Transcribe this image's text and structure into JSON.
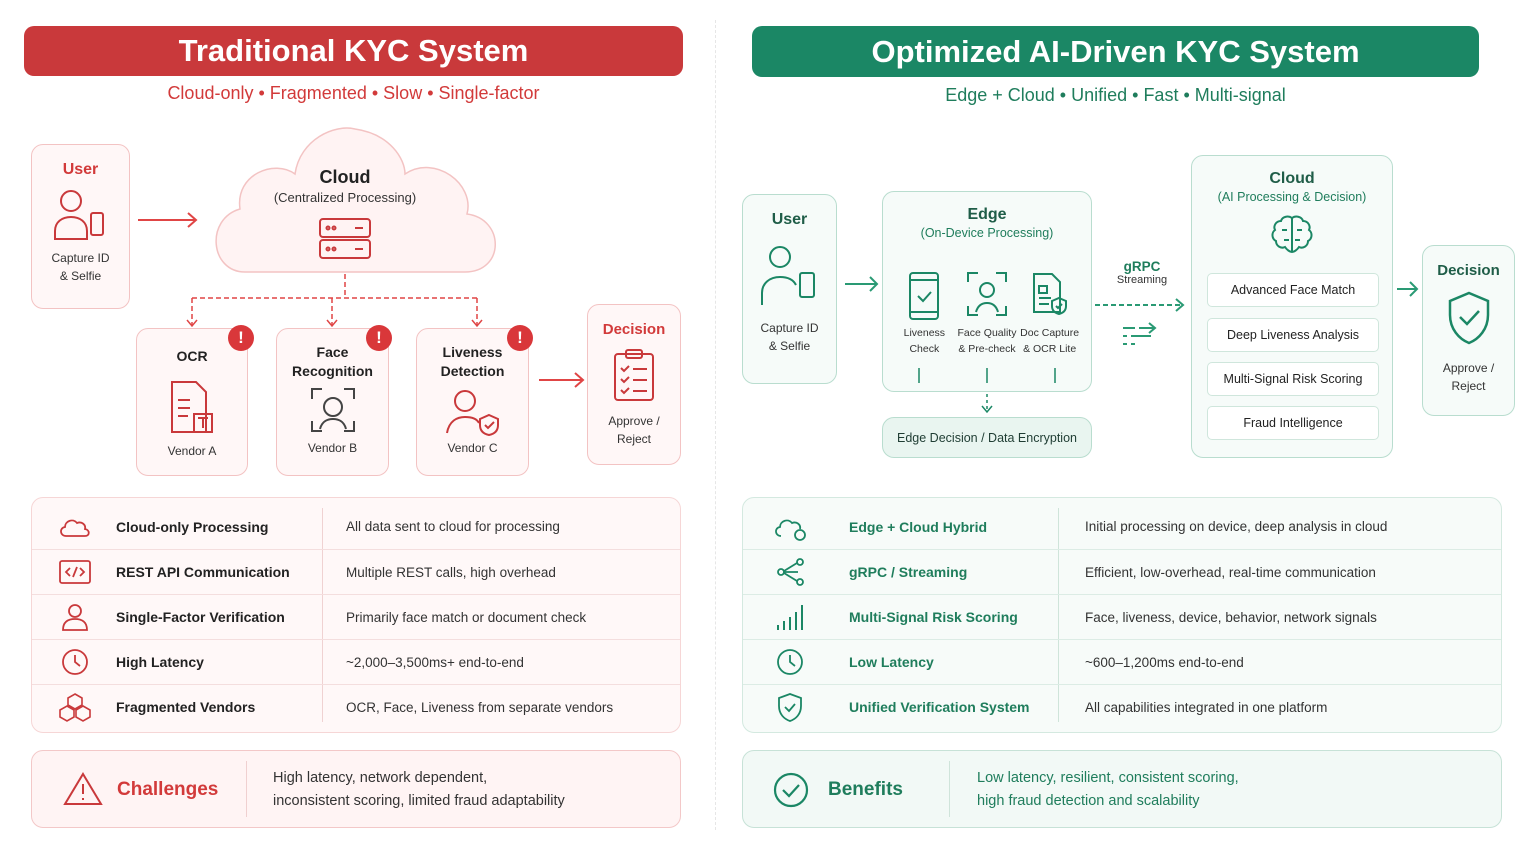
{
  "left": {
    "title": "Traditional KYC System",
    "subtitle": [
      "Cloud-only",
      "Fragmented",
      "Slow",
      "Single-factor"
    ],
    "user": {
      "title": "User",
      "caption1": "Capture ID",
      "caption2": "& Selfie"
    },
    "cloud": {
      "title": "Cloud",
      "subtitle": "(Centralized Processing)"
    },
    "vendors": [
      {
        "title1": "OCR",
        "title2": "",
        "vendor": "Vendor A"
      },
      {
        "title1": "Face",
        "title2": "Recognition",
        "vendor": "Vendor B"
      },
      {
        "title1": "Liveness",
        "title2": "Detection",
        "vendor": "Vendor C"
      }
    ],
    "warning_mark": "!",
    "decision": {
      "title": "Decision",
      "caption1": "Approve /",
      "caption2": "Reject"
    },
    "rows": [
      {
        "icon": "cloud-icon",
        "label": "Cloud-only Processing",
        "desc": "All data sent to cloud for processing"
      },
      {
        "icon": "code-icon",
        "label": "REST API Communication",
        "desc": "Multiple REST calls, high overhead"
      },
      {
        "icon": "person-icon",
        "label": "Single-Factor Verification",
        "desc": "Primarily face match or document check"
      },
      {
        "icon": "clock-icon",
        "label": "High Latency",
        "desc": "~2,000–3,500ms+ end-to-end"
      },
      {
        "icon": "cubes-icon",
        "label": "Fragmented Vendors",
        "desc": "OCR, Face, Liveness from separate vendors"
      }
    ],
    "summary": {
      "label": "Challenges",
      "line1": "High latency, network dependent,",
      "line2": "inconsistent scoring, limited fraud adaptability"
    }
  },
  "right": {
    "title": "Optimized AI-Driven KYC System",
    "subtitle": [
      "Edge + Cloud",
      "Unified",
      "Fast",
      "Multi-signal"
    ],
    "user": {
      "title": "User",
      "caption1": "Capture ID",
      "caption2": "& Selfie"
    },
    "edge": {
      "title": "Edge",
      "subtitle": "(On-Device Processing)",
      "items": [
        {
          "line1": "Liveness",
          "line2": "Check"
        },
        {
          "line1": "Face Quality",
          "line2": "& Pre-check"
        },
        {
          "line1": "Doc Capture",
          "line2": "& OCR Lite"
        }
      ],
      "decision": "Edge Decision / Data Encryption"
    },
    "link": {
      "line1": "gRPC",
      "line2": "Streaming"
    },
    "cloud": {
      "title": "Cloud",
      "subtitle": "(AI Processing & Decision)",
      "items": [
        "Advanced Face Match",
        "Deep Liveness Analysis",
        "Multi-Signal Risk Scoring",
        "Fraud Intelligence"
      ]
    },
    "decision": {
      "title": "Decision",
      "caption1": "Approve /",
      "caption2": "Reject"
    },
    "rows": [
      {
        "icon": "cloud-hybrid-icon",
        "label": "Edge + Cloud Hybrid",
        "desc": "Initial processing on device, deep analysis in cloud"
      },
      {
        "icon": "share-icon",
        "label": "gRPC / Streaming",
        "desc": "Efficient, low-overhead, real-time communication"
      },
      {
        "icon": "signal-bars-icon",
        "label": "Multi-Signal Risk Scoring",
        "desc": "Face, liveness, device, behavior, network signals"
      },
      {
        "icon": "clock-icon",
        "label": "Low Latency",
        "desc": "~600–1,200ms end-to-end"
      },
      {
        "icon": "shield-check-icon",
        "label": "Unified Verification System",
        "desc": "All capabilities integrated in one platform"
      }
    ],
    "summary": {
      "label": "Benefits",
      "line1": "Low latency, resilient, consistent scoring,",
      "line2": "high fraud detection and scalability"
    }
  },
  "colors": {
    "red": "#c9393b",
    "green": "#1b8765",
    "red_text": "#d23a3a",
    "green_text": "#1f7d5c"
  }
}
